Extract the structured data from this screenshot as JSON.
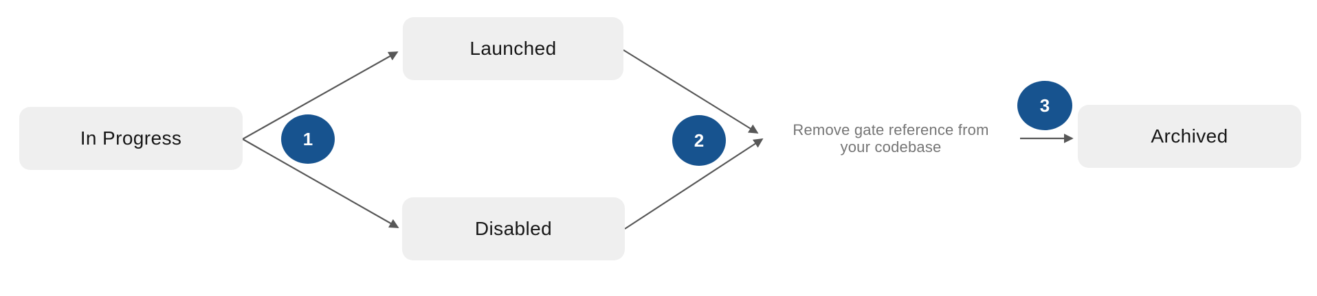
{
  "diagram": {
    "background": "#ffffff",
    "nodes": [
      {
        "id": "in-progress",
        "label": "In Progress"
      },
      {
        "id": "launched",
        "label": "Launched"
      },
      {
        "id": "disabled",
        "label": "Disabled"
      },
      {
        "id": "archived",
        "label": "Archived"
      }
    ],
    "steps": [
      {
        "label": "1"
      },
      {
        "label": "2"
      },
      {
        "label": "3"
      }
    ],
    "annotation": {
      "line1": "Remove gate reference from",
      "line2": "your codebase"
    },
    "edges": [
      {
        "from": "In Progress",
        "to": "Launched",
        "step": "1"
      },
      {
        "from": "In Progress",
        "to": "Disabled",
        "step": "1"
      },
      {
        "from": "Launched",
        "to": "Remove gate reference from your codebase",
        "step": "2"
      },
      {
        "from": "Disabled",
        "to": "Remove gate reference from your codebase",
        "step": "2"
      },
      {
        "from": "Remove gate reference from your codebase",
        "to": "Archived",
        "step": "3"
      }
    ],
    "colors": {
      "node_background": "#efefef",
      "node_text": "#161616",
      "step_circle": "#17538f",
      "step_text": "#ffffff",
      "arrow": "#575757",
      "annotation_text": "#757575"
    }
  }
}
